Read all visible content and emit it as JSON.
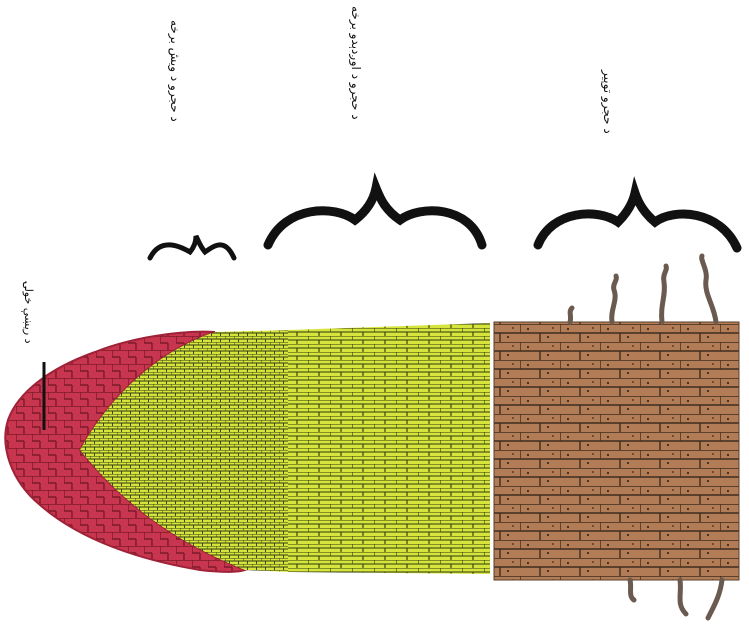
{
  "labels": {
    "cell_division_zone": "د حجرو د ویش برخه",
    "elongation_zone": "د حجرو د اوږدېدو برخه",
    "maturation_zone": "د حجرو توپیر",
    "root_cap": "د ریښې خولۍ"
  },
  "colors": {
    "root_cap": "#c8354e",
    "root_cap_cells": "#7a1a28",
    "meristem": "#d7e43c",
    "meristem_cells": "#2d3a10",
    "mature_tissue": "#b27d56",
    "mature_cells": "#3d2b1f",
    "root_hair": "#6b5a4f",
    "brace": "#111111"
  }
}
